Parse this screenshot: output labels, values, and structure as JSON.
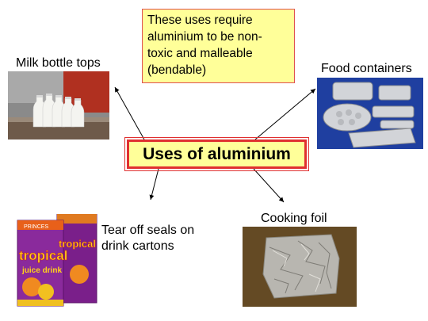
{
  "note": {
    "lines": [
      "These uses require",
      "aluminium to be non-",
      "toxic and malleable",
      "(bendable)"
    ]
  },
  "center": {
    "title": "Uses of aluminium"
  },
  "items": [
    {
      "label": "Milk bottle tops"
    },
    {
      "label": "Food containers"
    },
    {
      "label_lines": [
        "Tear off seals on",
        "drink cartons"
      ]
    },
    {
      "label": "Cooking foil"
    }
  ],
  "carton": {
    "brand": "PRINCES",
    "name": "tropical",
    "sub": "juice drink"
  },
  "colors": {
    "note_bg": "#ffff99",
    "border": "#e03030"
  }
}
